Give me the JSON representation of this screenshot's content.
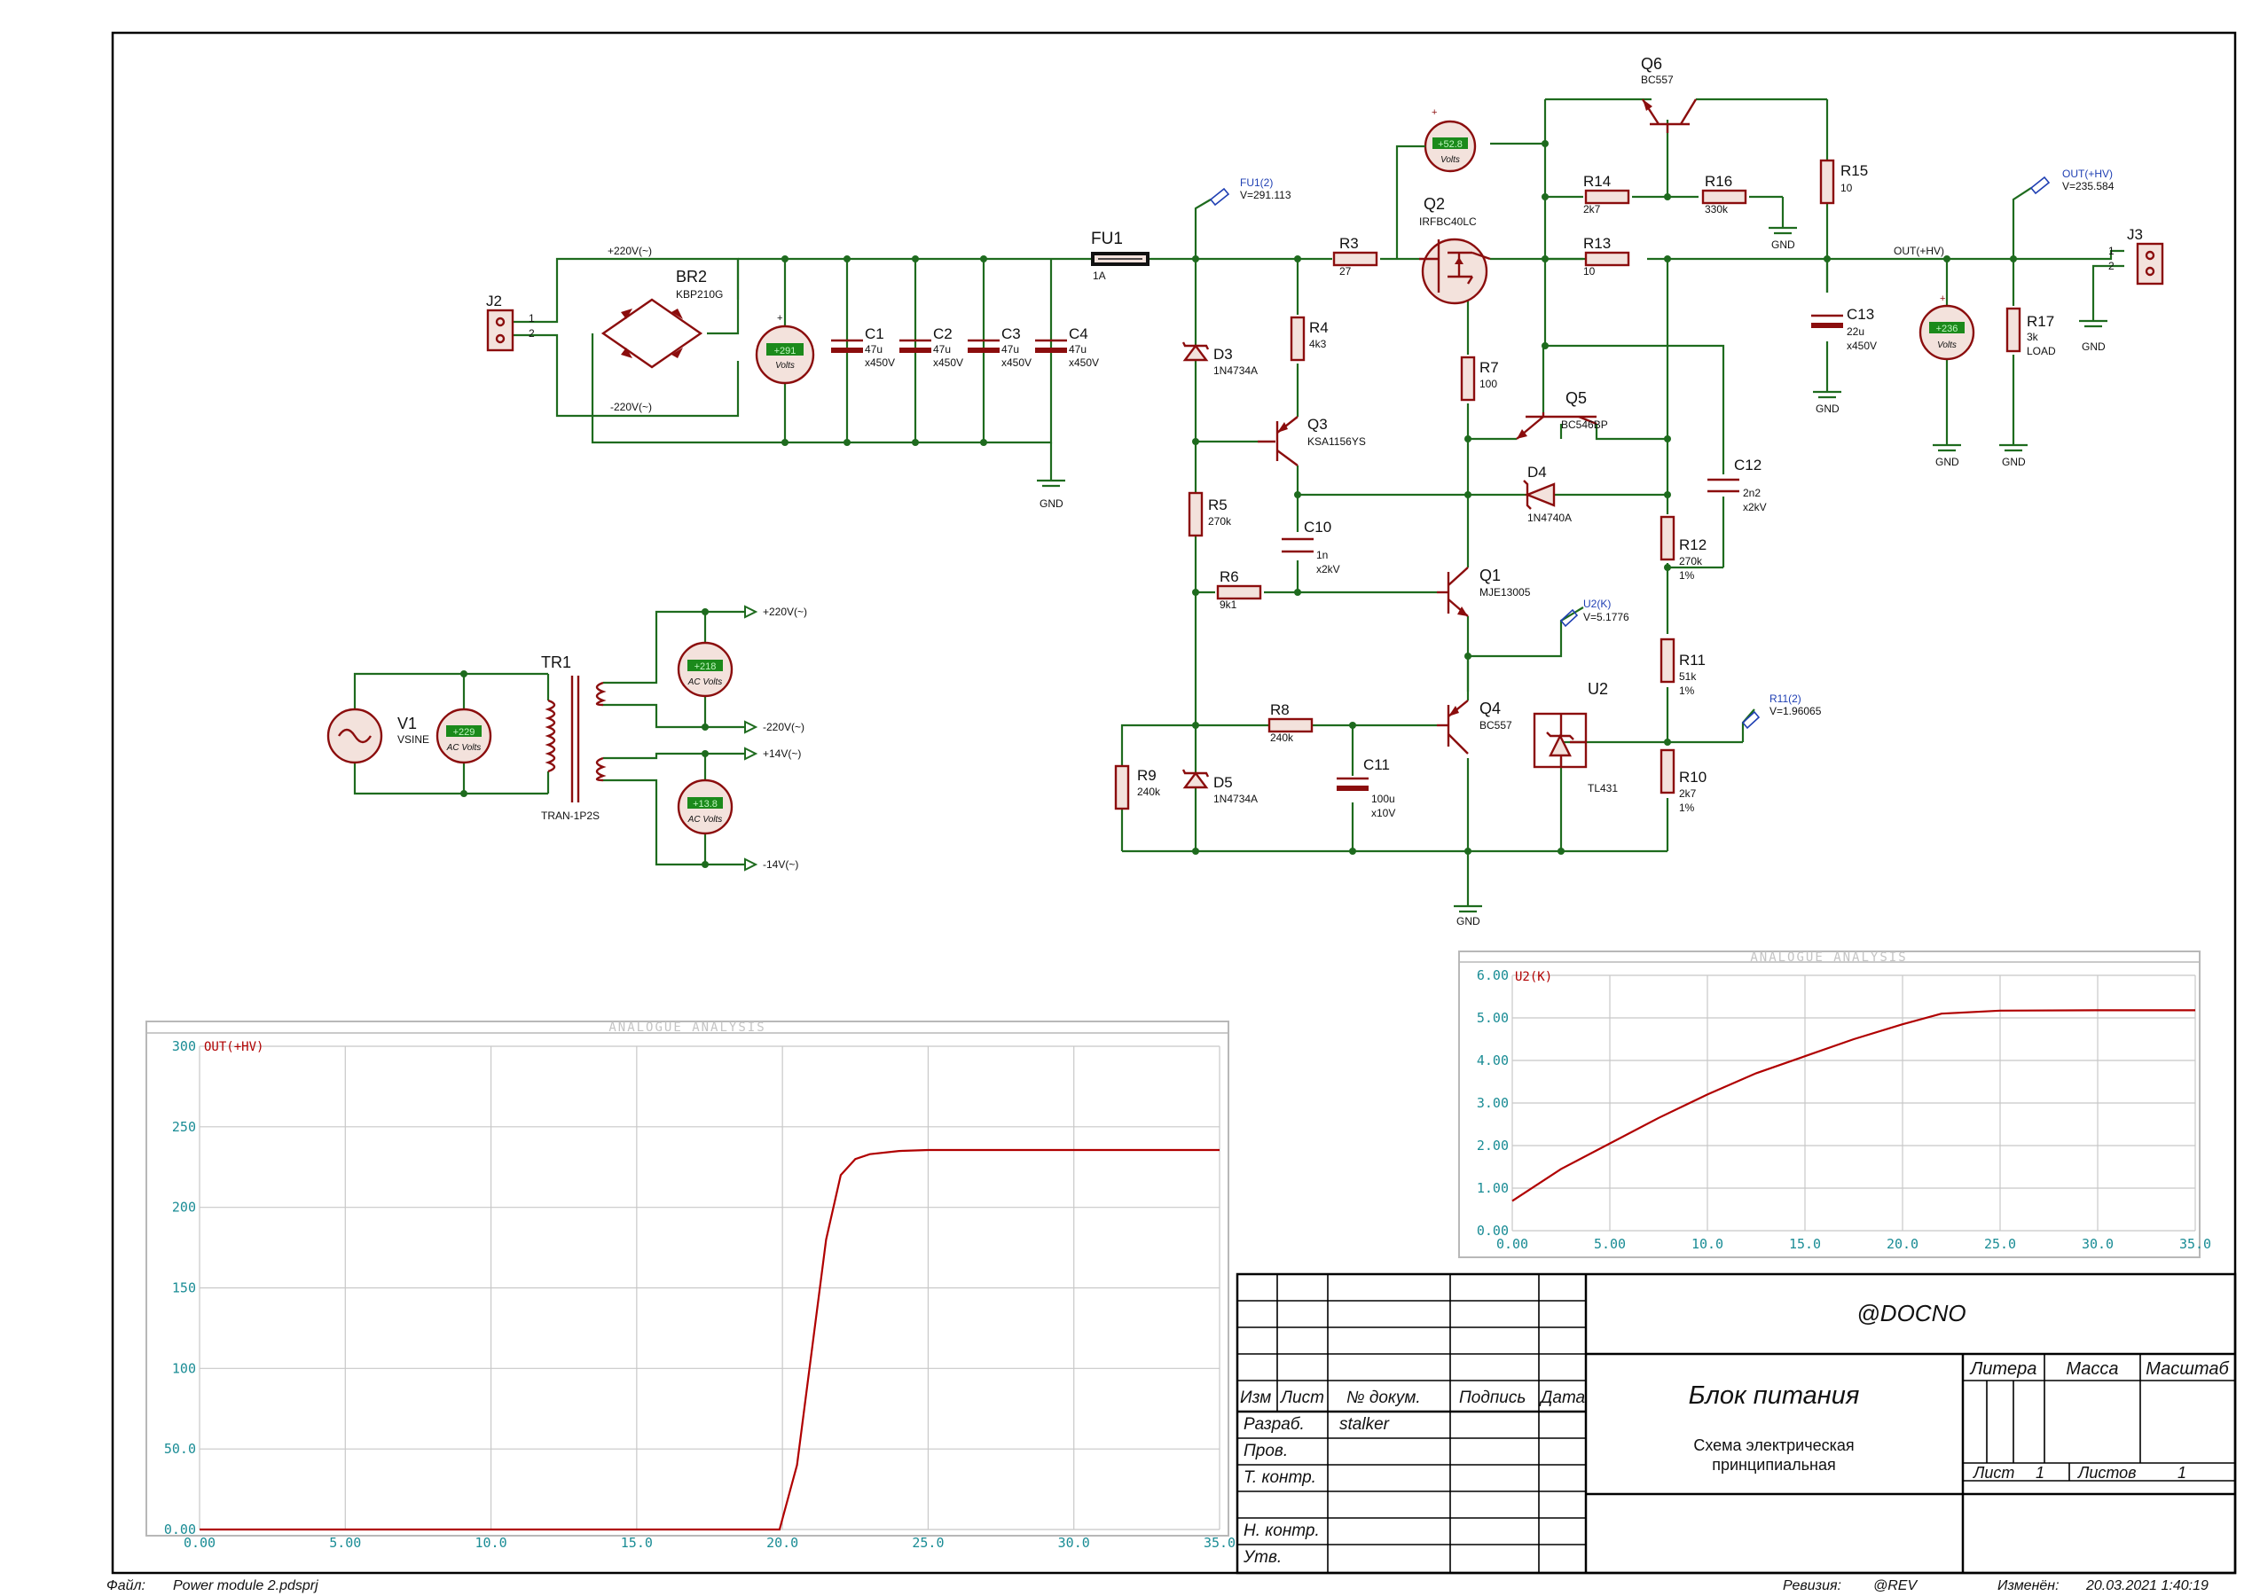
{
  "components": {
    "J2": {
      "ref": "J2",
      "pins": [
        "1",
        "2"
      ]
    },
    "BR2": {
      "ref": "BR2",
      "value": "KBP210G"
    },
    "C1": {
      "ref": "C1",
      "value": "47u",
      "voltage": "x450V"
    },
    "C2": {
      "ref": "C2",
      "value": "47u",
      "voltage": "x450V"
    },
    "C3": {
      "ref": "C3",
      "value": "47u",
      "voltage": "x450V"
    },
    "C4": {
      "ref": "C4",
      "value": "47u",
      "voltage": "x450V"
    },
    "FU1": {
      "ref": "FU1",
      "value": "1A"
    },
    "R3": {
      "ref": "R3",
      "value": "27"
    },
    "Q2": {
      "ref": "Q2",
      "value": "IRFBC40LC"
    },
    "Q6": {
      "ref": "Q6",
      "value": "BC557"
    },
    "R14": {
      "ref": "R14",
      "value": "2k7"
    },
    "R16": {
      "ref": "R16",
      "value": "330k"
    },
    "R15": {
      "ref": "R15",
      "value": "10"
    },
    "R13": {
      "ref": "R13",
      "value": "10"
    },
    "C13": {
      "ref": "C13",
      "value": "22u",
      "voltage": "x450V"
    },
    "R17": {
      "ref": "R17",
      "value": "3k",
      "note": "LOAD"
    },
    "J3": {
      "ref": "J3",
      "pins": [
        "1",
        "2"
      ]
    },
    "D3": {
      "ref": "D3",
      "value": "1N4734A"
    },
    "R4": {
      "ref": "R4",
      "value": "4k3"
    },
    "Q3": {
      "ref": "Q3",
      "value": "KSA1156YS"
    },
    "R7": {
      "ref": "R7",
      "value": "100"
    },
    "Q5": {
      "ref": "Q5",
      "value": "BC546BP"
    },
    "C12": {
      "ref": "C12",
      "value": "2n2",
      "voltage": "x2kV"
    },
    "D4": {
      "ref": "D4",
      "value": "1N4740A"
    },
    "R5": {
      "ref": "R5",
      "value": "270k"
    },
    "C10": {
      "ref": "C10",
      "value": "1n",
      "voltage": "x2kV"
    },
    "R12": {
      "ref": "R12",
      "value": "270k",
      "tol": "1%"
    },
    "R6": {
      "ref": "R6",
      "value": "9k1"
    },
    "Q1": {
      "ref": "Q1",
      "value": "MJE13005"
    },
    "R11": {
      "ref": "R11",
      "value": "51k",
      "tol": "1%"
    },
    "R8": {
      "ref": "R8",
      "value": "240k"
    },
    "Q4": {
      "ref": "Q4",
      "value": "BC557"
    },
    "U2": {
      "ref": "U2",
      "value": "TL431"
    },
    "R9": {
      "ref": "R9",
      "value": "240k"
    },
    "D5": {
      "ref": "D5",
      "value": "1N4734A"
    },
    "C11": {
      "ref": "C11",
      "value": "100u",
      "voltage": "x10V"
    },
    "R10": {
      "ref": "R10",
      "value": "2k7",
      "tol": "1%"
    },
    "TR1": {
      "ref": "TR1",
      "value": "TRAN-1P2S"
    },
    "V1": {
      "ref": "V1",
      "value": "VSINE"
    }
  },
  "nets": {
    "p220": "+220V(~)",
    "m220": "-220V(~)",
    "p14": "+14V(~)",
    "m14": "-14V(~)",
    "gnd": "GND",
    "out": "OUT(+HV)"
  },
  "meters": [
    {
      "value": "+291",
      "unit": "Volts"
    },
    {
      "value": "+52.8",
      "unit": "Volts"
    },
    {
      "value": "+236",
      "unit": "Volts"
    },
    {
      "value": "+229",
      "unit": "AC Volts"
    },
    {
      "value": "+218",
      "unit": "AC Volts"
    },
    {
      "value": "+13.8",
      "unit": "AC Volts"
    }
  ],
  "probes": [
    {
      "name": "FU1(2)",
      "value": "V=291.113"
    },
    {
      "name": "OUT(+HV)",
      "value": "V=235.584"
    },
    {
      "name": "U2(K)",
      "value": "V=5.1776"
    },
    {
      "name": "R11(2)",
      "value": "V=1.96065"
    }
  ],
  "chart_data": [
    {
      "type": "line",
      "title": "ANALOGUE ANALYSIS",
      "series": [
        {
          "name": "OUT(+HV)",
          "x": [
            0,
            5,
            10,
            15,
            19.9,
            20.5,
            21,
            21.5,
            22,
            22.5,
            23,
            24,
            25,
            27,
            30,
            35
          ],
          "values": [
            0,
            0,
            0,
            0,
            0,
            40,
            110,
            180,
            220,
            230,
            233,
            235,
            235.6,
            235.6,
            235.6,
            235.6
          ]
        }
      ],
      "xlim": [
        0,
        35
      ],
      "ylim": [
        0,
        300
      ],
      "xticks": [
        "0.00",
        "5.00",
        "10.0",
        "15.0",
        "20.0",
        "25.0",
        "30.0",
        "35.0"
      ],
      "yticks": [
        "0.00",
        "50.0",
        "100",
        "150",
        "200",
        "250",
        "300"
      ]
    },
    {
      "type": "line",
      "title": "ANALOGUE ANALYSIS",
      "series": [
        {
          "name": "U2(K)",
          "x": [
            0,
            2.5,
            5,
            7.5,
            10,
            12.5,
            15,
            17.5,
            20,
            22,
            25,
            30,
            35
          ],
          "values": [
            0.7,
            1.45,
            2.05,
            2.65,
            3.2,
            3.7,
            4.1,
            4.5,
            4.85,
            5.1,
            5.17,
            5.18,
            5.18
          ]
        }
      ],
      "xlim": [
        0,
        35
      ],
      "ylim": [
        0,
        6
      ],
      "xticks": [
        "0.00",
        "5.00",
        "10.0",
        "15.0",
        "20.0",
        "25.0",
        "30.0",
        "35.0"
      ],
      "yticks": [
        "0.00",
        "1.00",
        "2.00",
        "3.00",
        "4.00",
        "5.00",
        "6.00"
      ]
    }
  ],
  "titleblock": {
    "docno": "@DOCNO",
    "title": "Блок питания",
    "subtitle1": "Схема электрическая",
    "subtitle2": "принципиальная",
    "h_izm": "Изм",
    "h_list": "Лист",
    "h_docum": "№ докум.",
    "h_podpis": "Подпись",
    "h_data": "Дата",
    "razrab": "Разраб.",
    "author": "stalker",
    "prov": "Пров.",
    "tkontr": "Т. контр.",
    "nkontr": "Н. контр.",
    "utv": "Утв.",
    "litera": "Литера",
    "massa": "Масса",
    "masshtab": "Масштаб",
    "list_label": "Лист",
    "list_val": "1",
    "listov_label": "Листов",
    "listov_val": "1"
  },
  "footer": {
    "file_label": "Файл:",
    "file_name": "Power module 2.pdsprj",
    "rev_label": "Ревизия:",
    "rev_val": "@REV",
    "changed_label": "Изменён:",
    "changed_val": "20.03.2021 1:40:19"
  }
}
